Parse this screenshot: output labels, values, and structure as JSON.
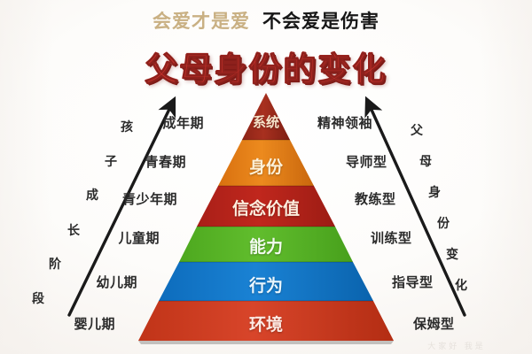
{
  "header": {
    "tagline_gold": "会爱才是爱",
    "tagline_black": "不会爱是伤害",
    "title": "父母身份的变化"
  },
  "colors": {
    "gold": "#c9b083",
    "title_red": "#c8322c",
    "level_system": "#9e2b1c",
    "level_identity": "#e07b16",
    "level_belief": "#b5241c",
    "level_capability": "#58b428",
    "level_behavior": "#1278c8",
    "level_environment": "#cf3b22",
    "arrow": "#1a1a1a",
    "text": "#2b2b2b"
  },
  "pyramid": {
    "levels": [
      {
        "name": "系统",
        "color": "#9e2b1c",
        "stage": "成年期",
        "role": "精神领袖"
      },
      {
        "name": "身份",
        "color": "#e07b16",
        "stage": "青春期",
        "role": "导师型"
      },
      {
        "name": "信念价值",
        "color": "#b5241c",
        "stage": "青少年期",
        "role": "教练型"
      },
      {
        "name": "能力",
        "color": "#58b428",
        "stage": "儿童期",
        "role": "训练型"
      },
      {
        "name": "行为",
        "color": "#1278c8",
        "stage": "幼儿期",
        "role": "指导型"
      },
      {
        "name": "环境",
        "color": "#cf3b22",
        "stage": "婴儿期",
        "role": "保姆型"
      }
    ]
  },
  "left_axis": {
    "caption": "孩子成长阶段",
    "chars": [
      "孩",
      "子",
      "成",
      "长",
      "阶",
      "段"
    ],
    "arrow_direction": "up-right"
  },
  "right_axis": {
    "caption": "父母身份变化",
    "chars": [
      "父",
      "母",
      "身",
      "份",
      "变",
      "化"
    ],
    "arrow_direction": "up-left"
  },
  "watermark": "大家好 我是"
}
